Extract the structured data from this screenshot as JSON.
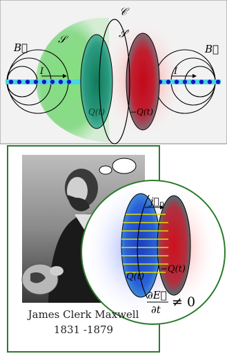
{
  "top_diagram": {
    "labels": {
      "b_left": "B⃗",
      "b_right": "B⃗",
      "current_left": "I",
      "current_right": "I",
      "surface_s": "𝒮",
      "curve_c": "𝒞",
      "surface_s_prime": "𝒮′",
      "plate_plus": "Q(t)",
      "plate_minus": "−Q(t)"
    },
    "colors": {
      "background": "#f2f2f2",
      "wire": "#49d6e0",
      "charge_dots": "#1414c8",
      "bubble_green": "#40c040",
      "plate_plus": "#1f6f5f",
      "plate_minus": "#c80f14"
    }
  },
  "portrait_panel": {
    "frame_color": "#2a7a2a",
    "name": "James Clerk Maxwell",
    "years": "1831 -1879"
  },
  "inset": {
    "labels": {
      "jd": "j⃗",
      "jd_sub": "D",
      "plate_plus": "Q(t)",
      "plate_minus": "−Q(t)",
      "equation_lhs_num": "∂E⃗",
      "equation_lhs_den": "∂t",
      "equation_rhs": "≠ 0"
    },
    "colors": {
      "plate_plus": "#1a56c8",
      "plate_minus": "#d4141a",
      "field_lines": "#e0e000",
      "border": "#2a7a2a"
    }
  }
}
